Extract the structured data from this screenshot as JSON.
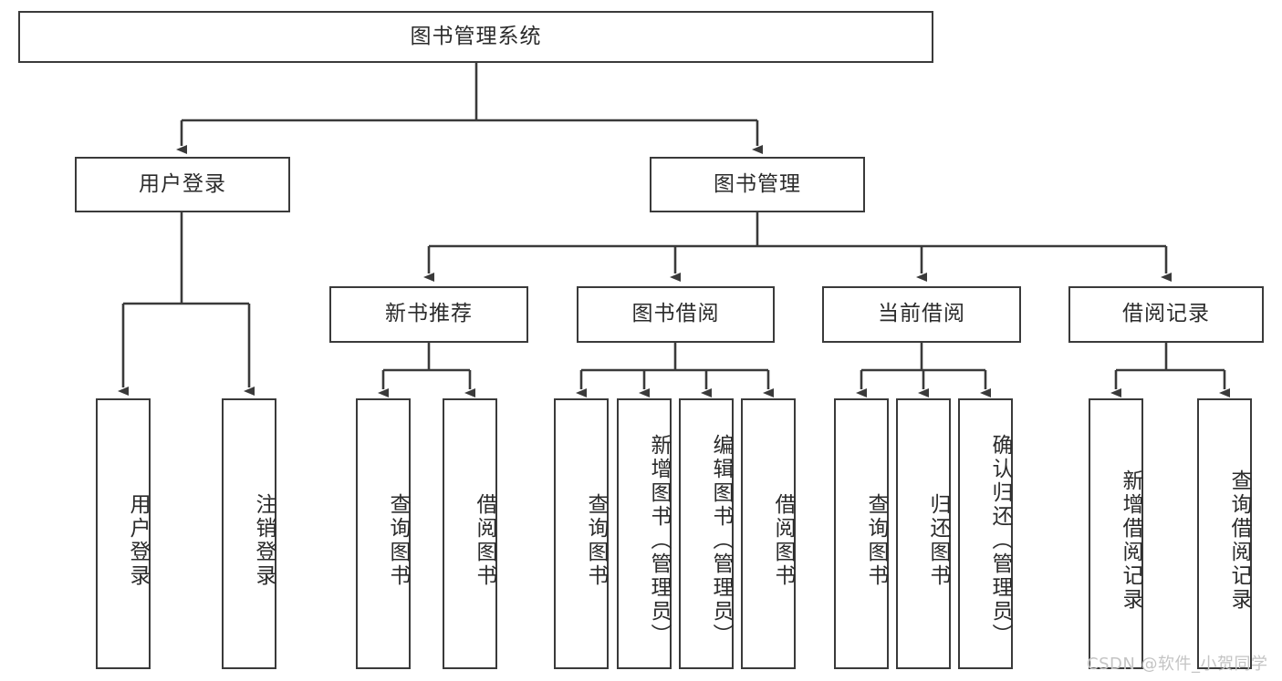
{
  "diagram": {
    "title": "图书管理系统",
    "watermark": "CSDN @软件_小贺同学",
    "line_color": "#3a3a3a",
    "box_fill": "#ffffff",
    "text_color": "#2b2b2b",
    "watermark_color": "#c4c4c4",
    "root": {
      "label": "图书管理系统"
    },
    "level1": [
      {
        "label": "用户登录"
      },
      {
        "label": "图书管理"
      }
    ],
    "level2": [
      {
        "label": "新书推荐"
      },
      {
        "label": "图书借阅"
      },
      {
        "label": "当前借阅"
      },
      {
        "label": "借阅记录"
      }
    ],
    "leaves": {
      "user_login": [
        {
          "label": "用户登录"
        },
        {
          "label": "注销登录"
        }
      ],
      "new_book_recommend": [
        {
          "label": "查询图书"
        },
        {
          "label": "借阅图书"
        }
      ],
      "book_borrow": [
        {
          "label": "查询图书"
        },
        {
          "label": "新增图书（管理员）"
        },
        {
          "label": "编辑图书（管理员）"
        },
        {
          "label": "借阅图书"
        }
      ],
      "current_borrow": [
        {
          "label": "查询图书"
        },
        {
          "label": "归还图书"
        },
        {
          "label": "确认归还（管理员）"
        }
      ],
      "borrow_records": [
        {
          "label": "新增借阅记录"
        },
        {
          "label": "查询借阅记录"
        }
      ]
    }
  }
}
